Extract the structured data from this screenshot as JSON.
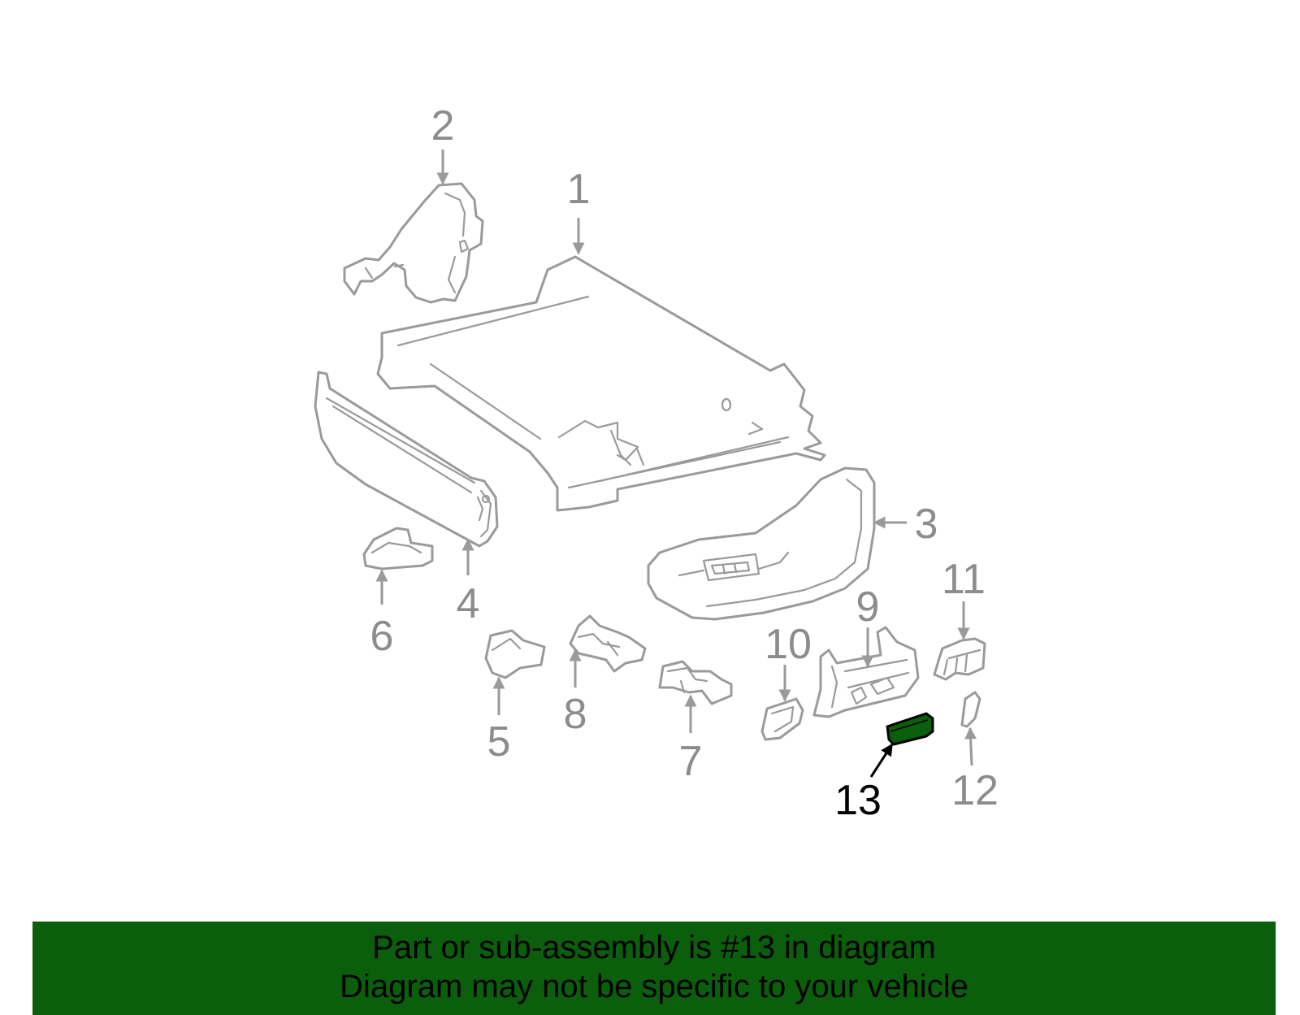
{
  "diagram": {
    "highlight_color": "#0b5e0b",
    "callouts": [
      "1",
      "2",
      "3",
      "4",
      "5",
      "6",
      "7",
      "8",
      "9",
      "10",
      "11",
      "12",
      "13"
    ],
    "highlighted_callout": "13"
  },
  "footer": {
    "line1": "Part or sub-assembly is #13 in diagram",
    "line2": "Diagram may not be specific to your vehicle",
    "background": "#0b5e0b"
  }
}
